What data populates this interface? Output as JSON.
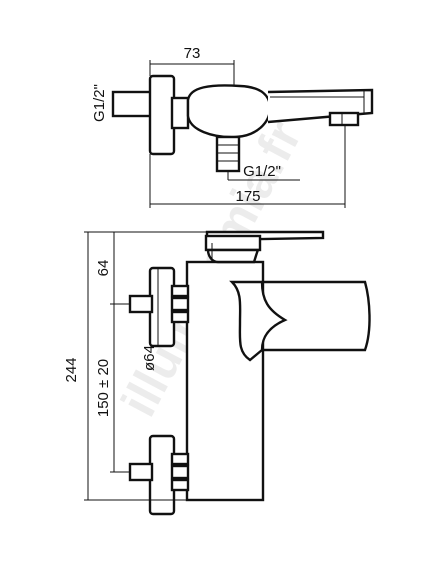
{
  "watermark": "illuminamia.fr",
  "dimensions": {
    "top_width": "73",
    "inlet_left": "G1/2\"",
    "inlet_bottom": "G1/2\"",
    "overall_length": "175",
    "total_height": "244",
    "upper_height": "64",
    "diameter": "ø64",
    "center_distance": "150 ± 20"
  }
}
